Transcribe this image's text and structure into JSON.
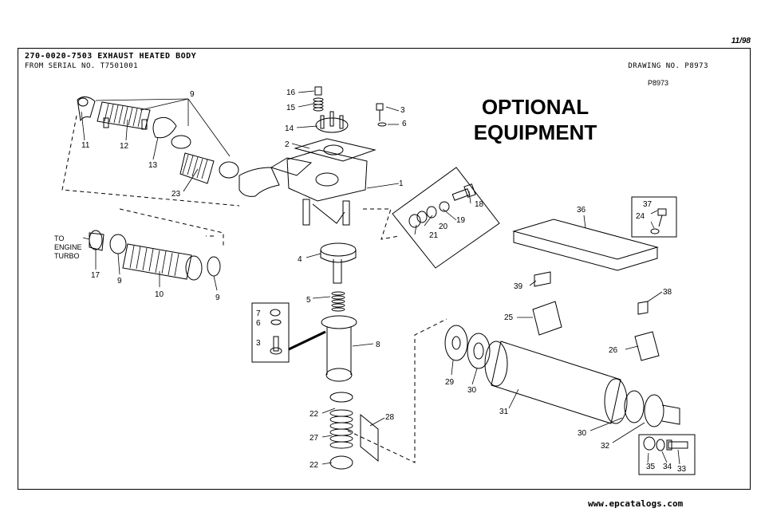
{
  "page_number": "11/98",
  "header": {
    "title": "270-0020-7503 EXHAUST HEATED BODY",
    "serial": "FROM SERIAL NO. T7501001",
    "drawing_no": "DRAWING NO. P8973"
  },
  "ref_code": "P8973",
  "optional_text": [
    "OPTIONAL",
    "EQUIPMENT"
  ],
  "turbo_label": [
    "TO",
    "ENGINE",
    "TURBO"
  ],
  "callouts": [
    "1",
    "2",
    "3",
    "4",
    "5",
    "6",
    "7",
    "8",
    "9",
    "10",
    "11",
    "12",
    "13",
    "14",
    "15",
    "16",
    "17",
    "18",
    "19",
    "20",
    "21",
    "22",
    "23",
    "24",
    "25",
    "26",
    "27",
    "28",
    "29",
    "30",
    "31",
    "32",
    "33",
    "34",
    "35",
    "36",
    "37",
    "38",
    "39"
  ],
  "footer": "www.epcatalogs.com"
}
